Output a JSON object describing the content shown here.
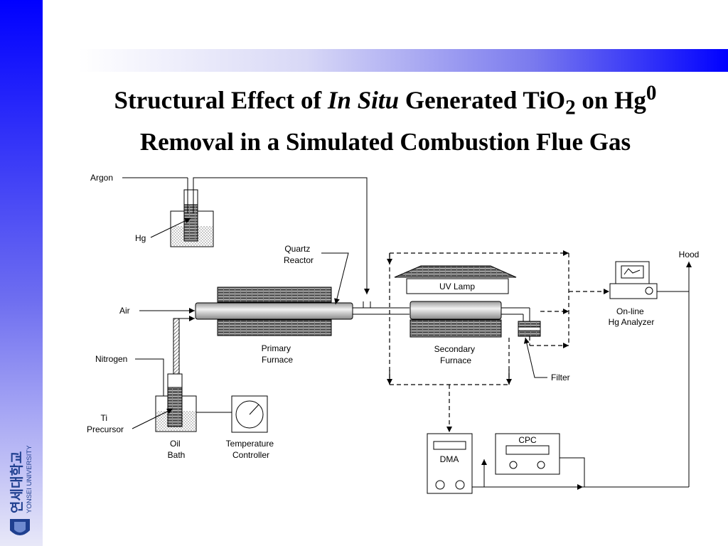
{
  "title": {
    "p1": "Structural Effect of ",
    "p2": "In Situ",
    "p3": " Generated TiO",
    "sub": "2",
    "p4": " on Hg",
    "sup": "0",
    "line2": "Removal in a Simulated Combustion Flue Gas"
  },
  "logo": {
    "korean": "연세대학교",
    "english": "YONSEI UNIVERSITY"
  },
  "labels": {
    "argon": "Argon",
    "hg": "Hg",
    "air": "Air",
    "nitrogen": "Nitrogen",
    "ti_precursor_1": "Ti",
    "ti_precursor_2": "Precursor",
    "oil_bath_1": "Oil",
    "oil_bath_2": "Bath",
    "temp_ctrl_1": "Temperature",
    "temp_ctrl_2": "Controller",
    "quartz_1": "Quartz",
    "quartz_2": "Reactor",
    "primary_1": "Primary",
    "primary_2": "Furnace",
    "uv_lamp": "UV Lamp",
    "secondary_1": "Secondary",
    "secondary_2": "Furnace",
    "filter": "Filter",
    "hood": "Hood",
    "online_1": "On-line",
    "online_2": "Hg Analyzer",
    "dma": "DMA",
    "cpc": "CPC"
  }
}
